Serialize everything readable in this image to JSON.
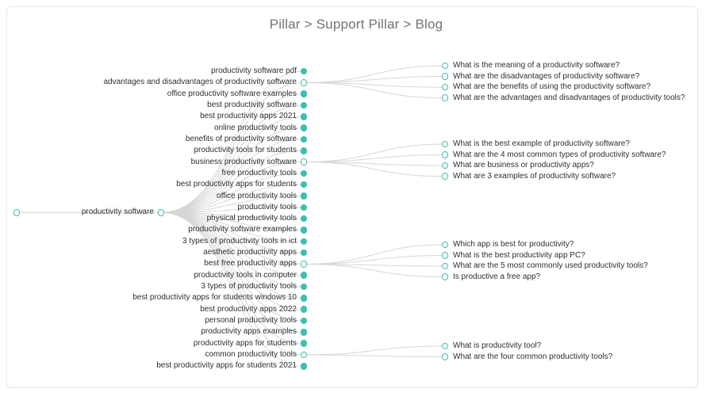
{
  "header": {
    "breadcrumb": "Pillar > Support Pillar > Blog"
  },
  "colors": {
    "node_teal": "#3cbfb0",
    "edge_gray": "#d6d6d6",
    "label_text": "#2b2f31",
    "header_text": "#6f7477",
    "card_border": "#e6e6e6",
    "card_background": "#ffffff"
  },
  "graph": {
    "root": {
      "label": "",
      "state": "hollow"
    },
    "pillar": {
      "label": "productivity software",
      "state": "hollow"
    },
    "keywords": [
      {
        "label": "productivity software pdf",
        "state": "filled"
      },
      {
        "label": "advantages and disadvantages of productivity software",
        "state": "hollow"
      },
      {
        "label": "office productivity software examples",
        "state": "filled"
      },
      {
        "label": "best productivity software",
        "state": "filled"
      },
      {
        "label": "best productivity apps 2021",
        "state": "filled"
      },
      {
        "label": "online productivity tools",
        "state": "filled"
      },
      {
        "label": "benefits of productivity software",
        "state": "filled"
      },
      {
        "label": "productivity tools for students",
        "state": "filled"
      },
      {
        "label": "business productivity software",
        "state": "hollow"
      },
      {
        "label": "free productivity tools",
        "state": "filled"
      },
      {
        "label": "best productivity apps for students",
        "state": "filled"
      },
      {
        "label": "office productivity tools",
        "state": "filled"
      },
      {
        "label": "productivity tools",
        "state": "filled"
      },
      {
        "label": "physical productivity tools",
        "state": "filled"
      },
      {
        "label": "productivity software examples",
        "state": "filled"
      },
      {
        "label": "3 types of productivity tools in ict",
        "state": "filled"
      },
      {
        "label": "aesthetic productivity apps",
        "state": "filled"
      },
      {
        "label": "best free productivity apps",
        "state": "hollow"
      },
      {
        "label": "productivity tools in computer",
        "state": "filled"
      },
      {
        "label": "3 types of productivity tools",
        "state": "filled"
      },
      {
        "label": "best productivity apps for students windows 10",
        "state": "filled"
      },
      {
        "label": "best productivity apps 2022",
        "state": "filled"
      },
      {
        "label": "personal productivity tools",
        "state": "filled"
      },
      {
        "label": "productivity apps examples",
        "state": "filled"
      },
      {
        "label": "productivity apps for students",
        "state": "filled"
      },
      {
        "label": "common productivity tools",
        "state": "hollow"
      },
      {
        "label": "best productivity apps for students 2021",
        "state": "filled"
      }
    ],
    "question_groups": [
      {
        "parent_index": 1,
        "questions": [
          {
            "label": "What is the meaning of a productivity software?",
            "state": "hollow"
          },
          {
            "label": "What are the disadvantages of productivity software?",
            "state": "hollow"
          },
          {
            "label": "What are the benefits of using the productivity software?",
            "state": "hollow"
          },
          {
            "label": "What are the advantages and disadvantages of productivity tools?",
            "state": "hollow"
          }
        ]
      },
      {
        "parent_index": 8,
        "questions": [
          {
            "label": "What is the best example of productivity software?",
            "state": "hollow"
          },
          {
            "label": "What are the 4 most common types of productivity software?",
            "state": "hollow"
          },
          {
            "label": "What are business or productivity apps?",
            "state": "hollow"
          },
          {
            "label": "What are 3 examples of productivity software?",
            "state": "hollow"
          }
        ]
      },
      {
        "parent_index": 17,
        "questions": [
          {
            "label": "Which app is best for productivity?",
            "state": "hollow"
          },
          {
            "label": "What is the best productivity app PC?",
            "state": "hollow"
          },
          {
            "label": "What are the 5 most commonly used productivity tools?",
            "state": "hollow"
          },
          {
            "label": "Is productive a free app?",
            "state": "hollow"
          }
        ]
      },
      {
        "parent_index": 25,
        "questions": [
          {
            "label": "What is productivity tool?",
            "state": "hollow"
          },
          {
            "label": "What are the four common productivity tools?",
            "state": "hollow"
          }
        ]
      }
    ]
  }
}
